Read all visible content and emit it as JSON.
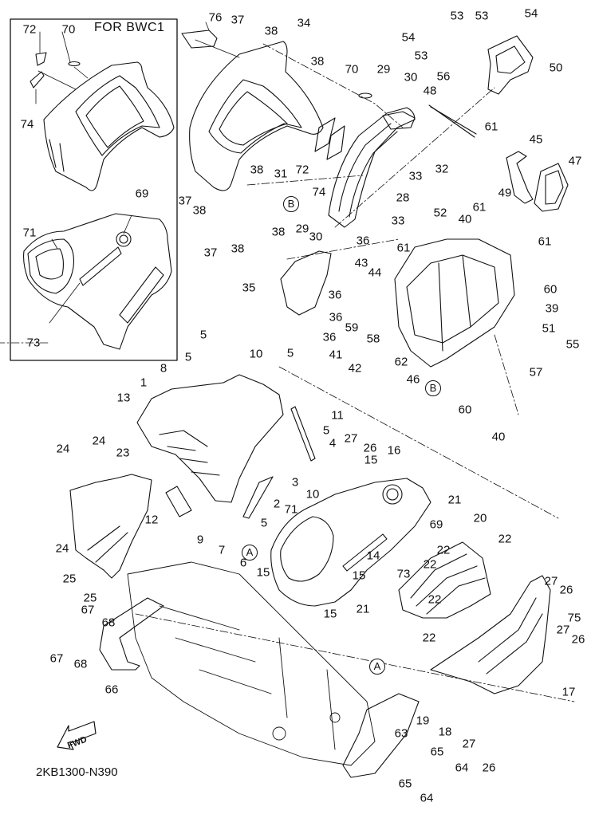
{
  "diagram": {
    "type": "exploded-parts-diagram",
    "subject": "Cowling / front fairing assembly",
    "diagram_code": "2KB1300-N390",
    "direction_label": "FWD",
    "inset": {
      "title": "FOR BWC1",
      "labels": [
        "72",
        "70",
        "74",
        "69",
        "71",
        "73"
      ]
    },
    "reference_markers": [
      "A",
      "B"
    ],
    "callouts": [
      {
        "id": "c76",
        "num": "76"
      },
      {
        "id": "c37a",
        "num": "37"
      },
      {
        "id": "c38a",
        "num": "38"
      },
      {
        "id": "c34",
        "num": "34"
      },
      {
        "id": "c38b",
        "num": "38"
      },
      {
        "id": "c70",
        "num": "70"
      },
      {
        "id": "c29a",
        "num": "29"
      },
      {
        "id": "c30a",
        "num": "30"
      },
      {
        "id": "c48",
        "num": "48"
      },
      {
        "id": "c53a",
        "num": "53"
      },
      {
        "id": "c53b",
        "num": "53"
      },
      {
        "id": "c54a",
        "num": "54"
      },
      {
        "id": "c54b",
        "num": "54"
      },
      {
        "id": "c53c",
        "num": "53"
      },
      {
        "id": "c50",
        "num": "50"
      },
      {
        "id": "c56",
        "num": "56"
      },
      {
        "id": "c61a",
        "num": "61"
      },
      {
        "id": "c31",
        "num": "31"
      },
      {
        "id": "c72",
        "num": "72"
      },
      {
        "id": "c74",
        "num": "74"
      },
      {
        "id": "c32",
        "num": "32"
      },
      {
        "id": "c33a",
        "num": "33"
      },
      {
        "id": "c28",
        "num": "28"
      },
      {
        "id": "c45",
        "num": "45"
      },
      {
        "id": "c47",
        "num": "47"
      },
      {
        "id": "c37b",
        "num": "37"
      },
      {
        "id": "c38c",
        "num": "38"
      },
      {
        "id": "c38d",
        "num": "38"
      },
      {
        "id": "c38e",
        "num": "38"
      },
      {
        "id": "c37c",
        "num": "37"
      },
      {
        "id": "c38f",
        "num": "38"
      },
      {
        "id": "c29b",
        "num": "29"
      },
      {
        "id": "c30b",
        "num": "30"
      },
      {
        "id": "c33b",
        "num": "33"
      },
      {
        "id": "c49",
        "num": "49"
      },
      {
        "id": "c52",
        "num": "52"
      },
      {
        "id": "c40a",
        "num": "40"
      },
      {
        "id": "c61b",
        "num": "61"
      },
      {
        "id": "c61c",
        "num": "61"
      },
      {
        "id": "c61d",
        "num": "61"
      },
      {
        "id": "c36a",
        "num": "36"
      },
      {
        "id": "c43",
        "num": "43"
      },
      {
        "id": "c44",
        "num": "44"
      },
      {
        "id": "c35",
        "num": "35"
      },
      {
        "id": "c36b",
        "num": "36"
      },
      {
        "id": "c36c",
        "num": "36"
      },
      {
        "id": "c36d",
        "num": "36"
      },
      {
        "id": "c59",
        "num": "59"
      },
      {
        "id": "c58",
        "num": "58"
      },
      {
        "id": "c60a",
        "num": "60"
      },
      {
        "id": "c39",
        "num": "39"
      },
      {
        "id": "c51",
        "num": "51"
      },
      {
        "id": "c55",
        "num": "55"
      },
      {
        "id": "c41",
        "num": "41"
      },
      {
        "id": "c42",
        "num": "42"
      },
      {
        "id": "c62",
        "num": "62"
      },
      {
        "id": "c57",
        "num": "57"
      },
      {
        "id": "c46",
        "num": "46"
      },
      {
        "id": "c60b",
        "num": "60"
      },
      {
        "id": "c40b",
        "num": "40"
      },
      {
        "id": "c5a",
        "num": "5"
      },
      {
        "id": "c5b",
        "num": "5"
      },
      {
        "id": "c8",
        "num": "8"
      },
      {
        "id": "c10a",
        "num": "10"
      },
      {
        "id": "c5c",
        "num": "5"
      },
      {
        "id": "c1",
        "num": "1"
      },
      {
        "id": "c13",
        "num": "13"
      },
      {
        "id": "c11",
        "num": "11"
      },
      {
        "id": "c5d",
        "num": "5"
      },
      {
        "id": "c4",
        "num": "4"
      },
      {
        "id": "c27a",
        "num": "27"
      },
      {
        "id": "c26a",
        "num": "26"
      },
      {
        "id": "c16",
        "num": "16"
      },
      {
        "id": "c15a",
        "num": "15"
      },
      {
        "id": "c3",
        "num": "3"
      },
      {
        "id": "c10b",
        "num": "10"
      },
      {
        "id": "c24a",
        "num": "24"
      },
      {
        "id": "c24b",
        "num": "24"
      },
      {
        "id": "c23",
        "num": "23"
      },
      {
        "id": "c12",
        "num": "12"
      },
      {
        "id": "c2",
        "num": "2"
      },
      {
        "id": "c5e",
        "num": "5"
      },
      {
        "id": "c71",
        "num": "71"
      },
      {
        "id": "c69",
        "num": "69"
      },
      {
        "id": "c21a",
        "num": "21"
      },
      {
        "id": "c9",
        "num": "9"
      },
      {
        "id": "c7",
        "num": "7"
      },
      {
        "id": "c6",
        "num": "6"
      },
      {
        "id": "c14",
        "num": "14"
      },
      {
        "id": "c20",
        "num": "20"
      },
      {
        "id": "c22a",
        "num": "22"
      },
      {
        "id": "c22b",
        "num": "22"
      },
      {
        "id": "c22c",
        "num": "22"
      },
      {
        "id": "c24c",
        "num": "24"
      },
      {
        "id": "c25a",
        "num": "25"
      },
      {
        "id": "c25b",
        "num": "25"
      },
      {
        "id": "c73",
        "num": "73"
      },
      {
        "id": "c15b",
        "num": "15"
      },
      {
        "id": "c15c",
        "num": "15"
      },
      {
        "id": "c15d",
        "num": "15"
      },
      {
        "id": "c21b",
        "num": "21"
      },
      {
        "id": "c22d",
        "num": "22"
      },
      {
        "id": "c22e",
        "num": "22"
      },
      {
        "id": "c27b",
        "num": "27"
      },
      {
        "id": "c26b",
        "num": "26"
      },
      {
        "id": "c75",
        "num": "75"
      },
      {
        "id": "c27c",
        "num": "27"
      },
      {
        "id": "c26c",
        "num": "26"
      },
      {
        "id": "c67a",
        "num": "67"
      },
      {
        "id": "c68a",
        "num": "68"
      },
      {
        "id": "c67b",
        "num": "67"
      },
      {
        "id": "c68b",
        "num": "68"
      },
      {
        "id": "c66",
        "num": "66"
      },
      {
        "id": "c17",
        "num": "17"
      },
      {
        "id": "c19",
        "num": "19"
      },
      {
        "id": "c18",
        "num": "18"
      },
      {
        "id": "c63",
        "num": "63"
      },
      {
        "id": "c27d",
        "num": "27"
      },
      {
        "id": "c65a",
        "num": "65"
      },
      {
        "id": "c64a",
        "num": "64"
      },
      {
        "id": "c26d",
        "num": "26"
      },
      {
        "id": "c65b",
        "num": "65"
      },
      {
        "id": "c64b",
        "num": "64"
      }
    ]
  }
}
